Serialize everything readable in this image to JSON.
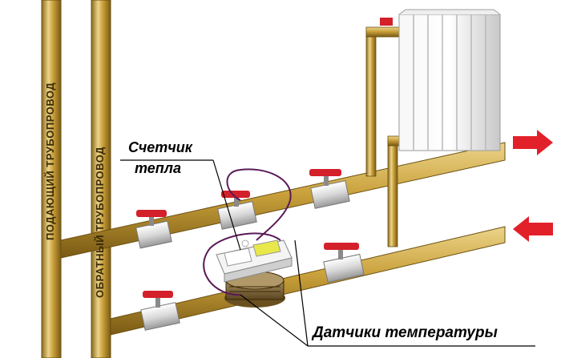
{
  "labels": {
    "supply_pipe": "ПОДАЮЩИЙ ТРУБОПРОВОД",
    "return_pipe": "ОБРАТНЫЙ ТРУБОПРОВОД",
    "heat_meter_line1": "Счетчик",
    "heat_meter_line2": "тепла",
    "temperature_sensors": "Датчики температуры"
  },
  "colors": {
    "pipe": "#c9a03a",
    "pipe_dark": "#8a6a1c",
    "pipe_light": "#ecd48a",
    "valve_handle": "#d3202a",
    "flow_arrow": "#e2202a",
    "sensor_wire": "#5a1a58",
    "meter_display": "#e8e84a"
  },
  "icons": {
    "flow_out": "arrow-right-icon",
    "flow_in": "arrow-left-icon",
    "valve": "ball-valve-icon",
    "radiator": "radiator-icon",
    "meter": "heat-meter-icon"
  }
}
